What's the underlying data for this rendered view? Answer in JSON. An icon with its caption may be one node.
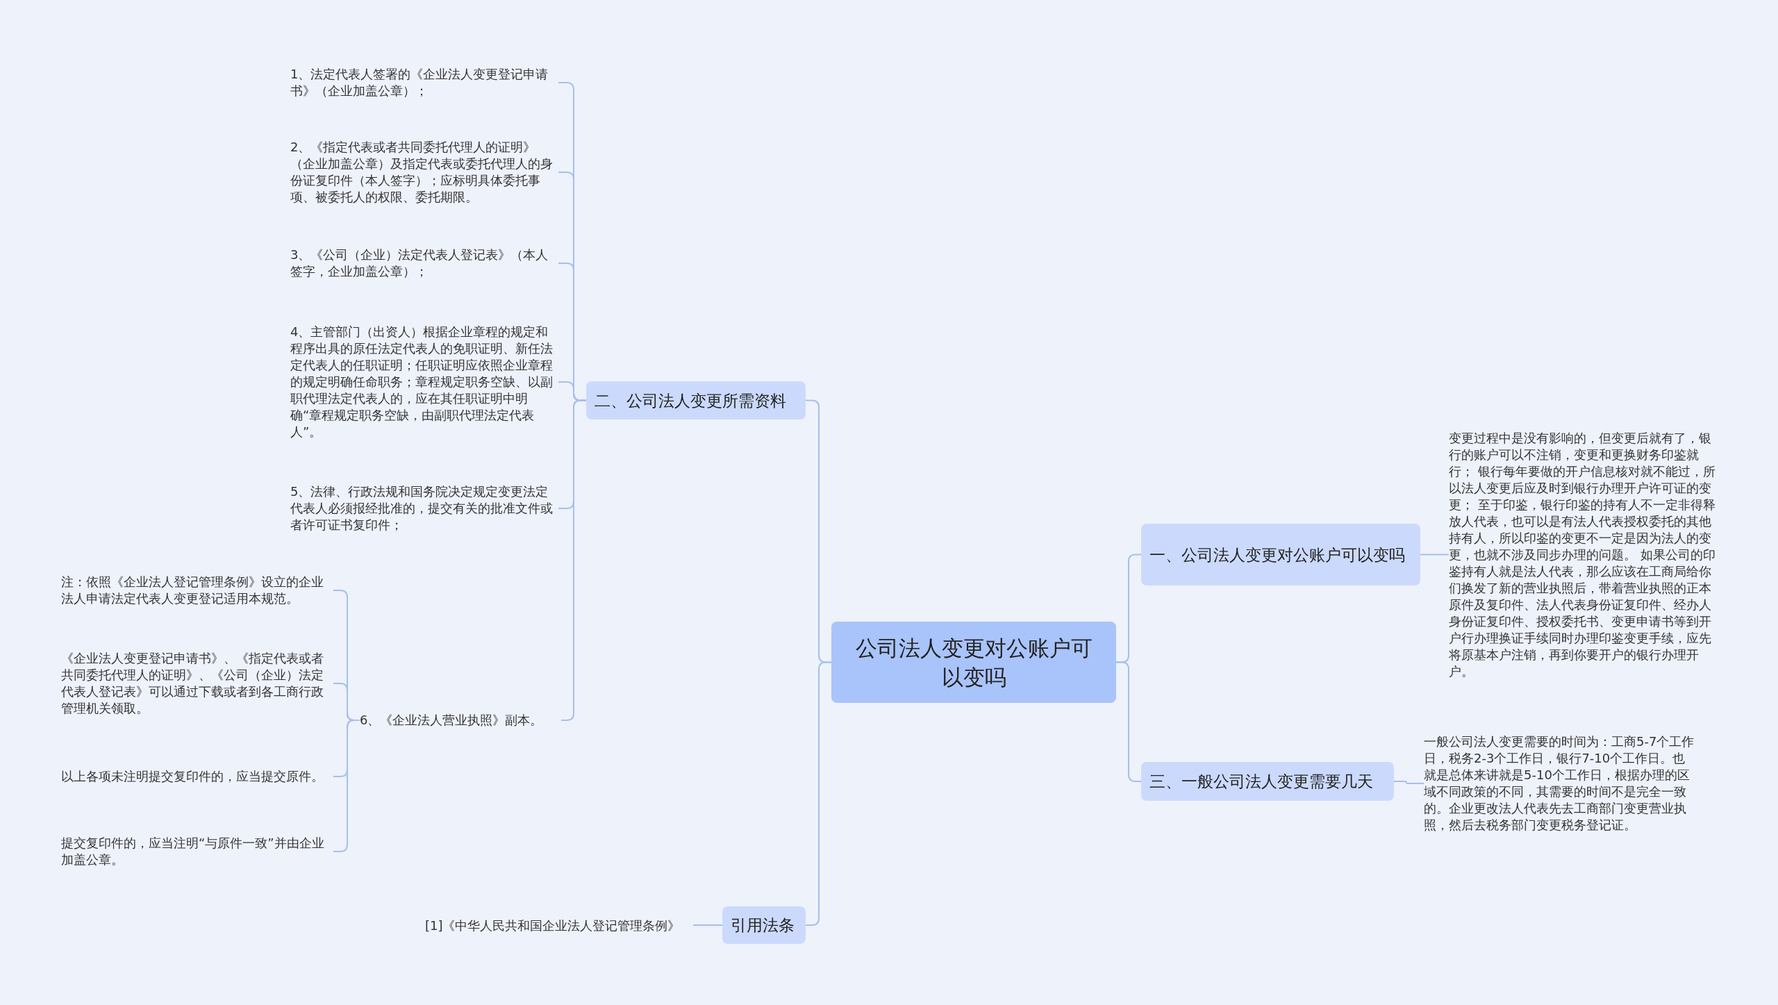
{
  "diagram": {
    "nodes": [
      {
        "text": [
          "公司法人变更对公账户可以变吗"
        ]
      },
      {
        "text": [
          "二、公司法人变更所需资料"
        ]
      },
      {
        "text": [
          "1、法定代表人签署的《企业法人变更登记申请书》（企业加盖公章）；"
        ]
      },
      {
        "text": [
          "2、《指定代表或者共同委托代理人的证明》（企业加盖公章）及指定代表或委托代理人的身份证复印件（本人签字）；应标明具体委托事项、被委托人的权限、委托期限。"
        ]
      },
      {
        "text": [
          "3、《公司（企业）法定代表人登记表》（本人签字，企业加盖公章）；"
        ]
      },
      {
        "text": [
          "4、主管部门（出资人）根据企业章程的规定和程序出具的原任法定代表人的免职证明、新任法定代表人的任职证明；任职证明应依照企业章程的规定明确任命职务；章程规定职务空缺、以副职代理法定代表人的，应在其任职证明中明确“章程规定职务空缺，由副职代理法定代表人”。"
        ]
      },
      {
        "text": [
          "5、法律、行政法规和国务院决定规定变更法定代表人必须报经批准的，提交有关的批准文件或者许可证书复印件；"
        ]
      },
      {
        "text": [
          "6、《企业法人营业执照》副本。"
        ]
      },
      {
        "text": [
          "注：依照《企业法人登记管理条例》设立的企业法人申请法定代表人变更登记适用本规范。"
        ]
      },
      {
        "text": [
          "《企业法人变更登记申请书》、《指定代表或者共同委托代理人的证明》、《公司（企业）法定代表人登记表》可以通过下载或者到各工商行政管理机关领取。"
        ]
      },
      {
        "text": [
          "以上各项未注明提交复印件的，应当提交原件。"
        ]
      },
      {
        "text": [
          "提交复印件的，应当注明“与原件一致”并由企业加盖公章。"
        ]
      },
      {
        "text": [
          "引用法条"
        ]
      },
      {
        "text": [
          "[1]《中华人民共和国企业法人登记管理条例》"
        ]
      },
      {
        "text": [
          "一、公司法人变更对公账户可以变吗"
        ]
      },
      {
        "text": [
          "变更过程中是没有影响的，但变更后就有了，银行的账户可以不注销，变更和更换财务印鉴就行； 银行每年要做的开户信息核对就不能过，所以法人变更后应及时到银行办理开户许可证的变更； 至于印鉴，银行印鉴的持有人不一定非得释放人代表，也可以是有法人代表授权委托的其他持有人，所以印鉴的变更不一定是因为法人的变更，也就不涉及同步办理的问题。 如果公司的印鉴持有人就是法人代表，那么应该在工商局给你们换发了新的营业执照后，带着营业执照的正本原件及复印件、法人代表身份证复印件、经办人身份证复印件、授权委托书、变更申请书等到开户行办理换证手续同时办理印鉴变更手续，应先将原基本户注销，再到你要开户的银行办理开户。"
        ]
      },
      {
        "text": [
          "三、一般公司法人变更需要几天"
        ]
      },
      {
        "text": [
          "一般公司法人变更需要的时间为：工商5-7个工作日，税务2-3个工作日，银行7-10个工作日。也就是总体来讲就是5-10个工作日，根据办理的区域不同政策的不同，其需要的时间不是完全一致的。企业更改法人代表先去工商部门变更营业执照，然后去税务部门变更税务登记证。"
        ]
      }
    ],
    "edges": [
      {
        "from": 0,
        "to": 1,
        "arrow": "none"
      },
      {
        "from": 1,
        "to": 2,
        "arrow": "none"
      },
      {
        "from": 1,
        "to": 3,
        "arrow": "none"
      },
      {
        "from": 1,
        "to": 4,
        "arrow": "none"
      },
      {
        "from": 1,
        "to": 5,
        "arrow": "none"
      },
      {
        "from": 1,
        "to": 6,
        "arrow": "none"
      },
      {
        "from": 1,
        "to": 7,
        "arrow": "none"
      },
      {
        "from": 7,
        "to": 8,
        "arrow": "none"
      },
      {
        "from": 7,
        "to": 9,
        "arrow": "none"
      },
      {
        "from": 7,
        "to": 10,
        "arrow": "none"
      },
      {
        "from": 7,
        "to": 11,
        "arrow": "none"
      },
      {
        "from": 0,
        "to": 12,
        "arrow": "none"
      },
      {
        "from": 12,
        "to": 13,
        "arrow": "none"
      },
      {
        "from": 0,
        "to": 14,
        "arrow": "none"
      },
      {
        "from": 14,
        "to": 15,
        "arrow": "none"
      },
      {
        "from": 0,
        "to": 16,
        "arrow": "none"
      },
      {
        "from": 16,
        "to": 17,
        "arrow": "none"
      }
    ]
  }
}
